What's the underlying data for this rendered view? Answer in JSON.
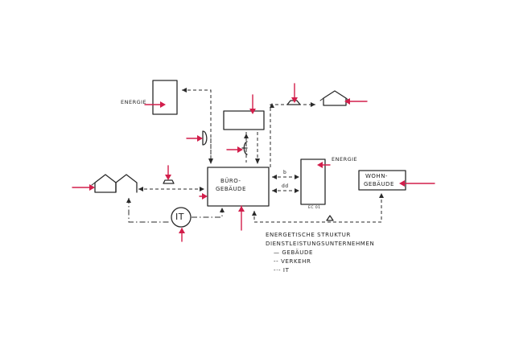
{
  "labels": {
    "energie_left": "ENERGIE",
    "energie_right": "ENERGIE",
    "buero_line1": "BÜRO-",
    "buero_line2": "GEBÄUDE",
    "wohn_line1": "WOHN-",
    "wohn_line2": "GEBÄUDE",
    "it_node": "IT",
    "small_box_code": "EC 01",
    "arrow_b": "b",
    "arrow_dd": "dd"
  },
  "legend": {
    "line1": "ENERGETISCHE STRUKTUR",
    "line2": "DIENSTLEISTUNGSUNTERNEHMEN",
    "items": [
      "— GEBÄUDE",
      "-- VERKEHR",
      "-·- IT"
    ]
  },
  "colors": {
    "ink": "#2a2a2a",
    "energy_arrow": "#d21e4b",
    "paper": "#ffffff"
  }
}
